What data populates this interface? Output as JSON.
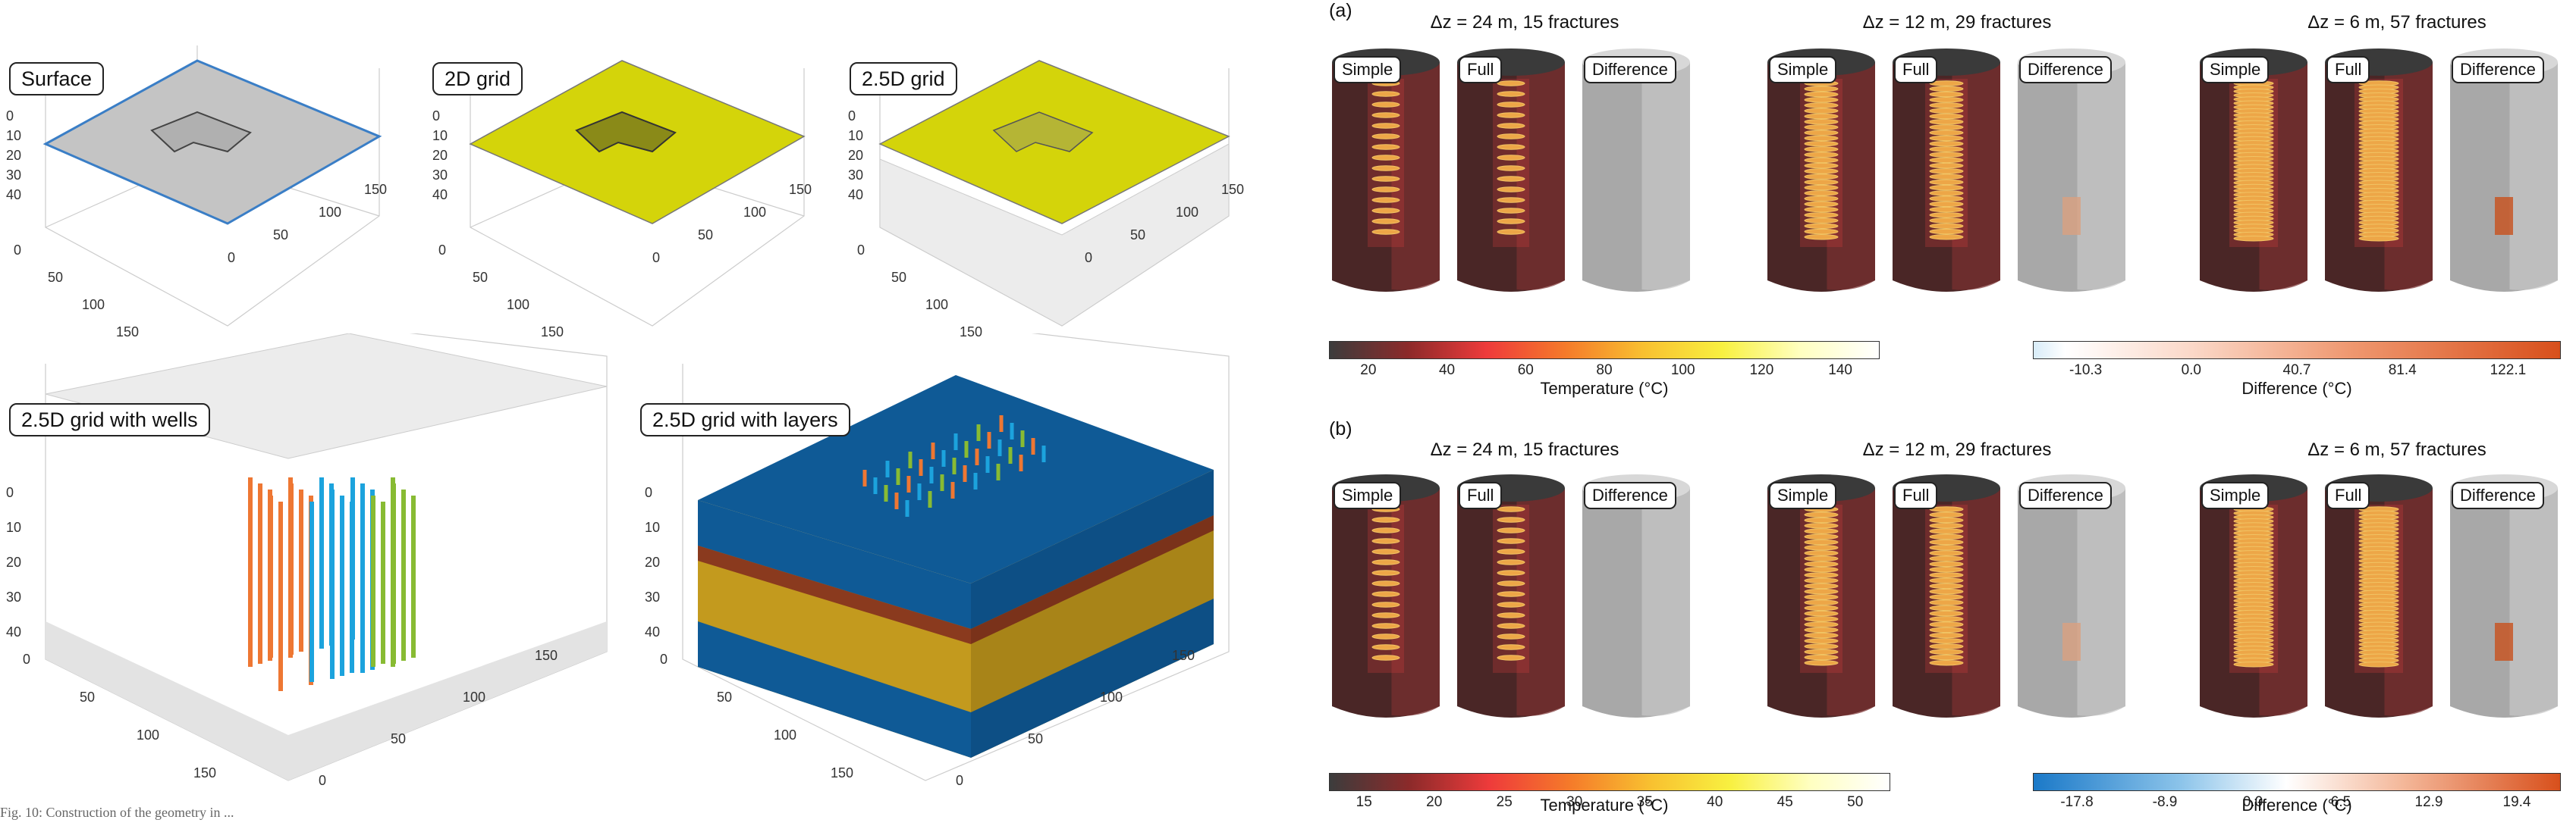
{
  "left_figure": {
    "panels": {
      "surface": {
        "label": "Surface"
      },
      "grid2d": {
        "label": "2D grid"
      },
      "grid25d": {
        "label": "2.5D grid"
      },
      "wells": {
        "label": "2.5D grid with wells"
      },
      "layers": {
        "label": "2.5D grid with layers"
      }
    },
    "z_ticks": [
      "0",
      "10",
      "20",
      "30",
      "40"
    ],
    "x_ticks": [
      "0",
      "50",
      "100",
      "150"
    ],
    "y_ticks": [
      "0",
      "50",
      "100",
      "150"
    ]
  },
  "right_figure": {
    "a": {
      "label": "(a)",
      "groups": [
        {
          "title": "Δz = 24 m, 15 fractures"
        },
        {
          "title": "Δz = 12 m, 29 fractures"
        },
        {
          "title": "Δz = 6 m, 57 fractures"
        }
      ],
      "temp_colorbar": {
        "title": "Temperature (°C)",
        "ticks": [
          "20",
          "40",
          "60",
          "80",
          "100",
          "120",
          "140"
        ]
      },
      "diff_colorbar": {
        "title": "Difference (°C)",
        "ticks": [
          "-10.3",
          "0.0",
          "40.7",
          "81.4",
          "122.1"
        ]
      }
    },
    "b": {
      "label": "(b)",
      "groups": [
        {
          "title": "Δz = 24 m, 15 fractures"
        },
        {
          "title": "Δz = 12 m, 29 fractures"
        },
        {
          "title": "Δz = 6 m, 57 fractures"
        }
      ],
      "temp_colorbar": {
        "title": "Temperature (°C)",
        "ticks": [
          "15",
          "20",
          "25",
          "30",
          "35",
          "40",
          "45",
          "50"
        ]
      },
      "diff_colorbar": {
        "title": "Difference (°C)",
        "ticks": [
          "-17.8",
          "-8.9",
          "0.0",
          "6.5",
          "12.9",
          "19.4"
        ]
      }
    },
    "cylinder_labels": {
      "simple": "Simple",
      "full": "Full",
      "difference": "Difference"
    }
  },
  "colors": {
    "surface_gray": "#c8c8c8",
    "grid_yellow": "#d4d40a",
    "layer_blue": "#0f5a96",
    "layer_red": "#8a3a1e",
    "layer_gold": "#c39a1e",
    "well_orange": "#ee7733",
    "well_blue": "#1ca3dd",
    "well_green": "#88bb33"
  },
  "caption": "Fig. 10: Construction of the geometry in ..."
}
